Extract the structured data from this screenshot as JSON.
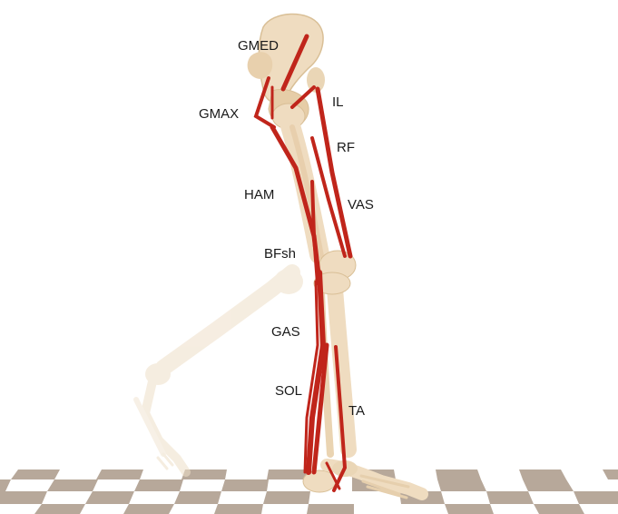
{
  "muscle_labels": {
    "gmed": "GMED",
    "il": "IL",
    "gmax": "GMAX",
    "rf": "RF",
    "ham": "HAM",
    "vas": "VAS",
    "bfsh": "BFsh",
    "gas": "GAS",
    "sol": "SOL",
    "ta": "TA"
  },
  "colors": {
    "muscle": "#c0251b",
    "bone": "#efdcc0",
    "bone_shade": "#d9bf96",
    "ghost_leg": "#f4eadc",
    "floor_tile": "#b7a89a",
    "background": "#ffffff"
  }
}
